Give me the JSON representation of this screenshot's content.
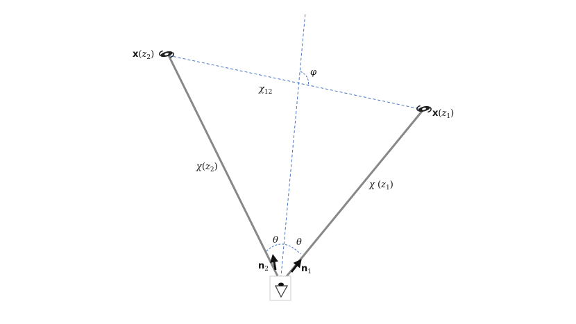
{
  "labels": {
    "x_z2": {
      "bold": "x",
      "open": "(",
      "var": "z",
      "sub": "2",
      "close": ")"
    },
    "x_z1": {
      "bold": "x",
      "open": "(",
      "var": "z",
      "sub": "1",
      "close": ")"
    },
    "chi_12": {
      "base": "χ",
      "sub": "12"
    },
    "phi": "φ",
    "chi_z2": {
      "base": "χ",
      "open": "(",
      "var": "z",
      "sub": "2",
      "close": ")"
    },
    "chi_z1": {
      "base": "χ",
      "open": " (",
      "var": "z",
      "sub": "1",
      "close": ")"
    },
    "theta_left": "θ",
    "theta_right": "θ",
    "n2": {
      "bold": "n",
      "sub": "2"
    },
    "n1": {
      "bold": "n",
      "sub": "1"
    }
  },
  "colors": {
    "ray": "#888888",
    "dashed": "#4472c4",
    "arrow": "#111111",
    "text": "#111111"
  },
  "icons": {
    "galaxy": "spiral-galaxy-icon",
    "observer": "eye-icon"
  }
}
